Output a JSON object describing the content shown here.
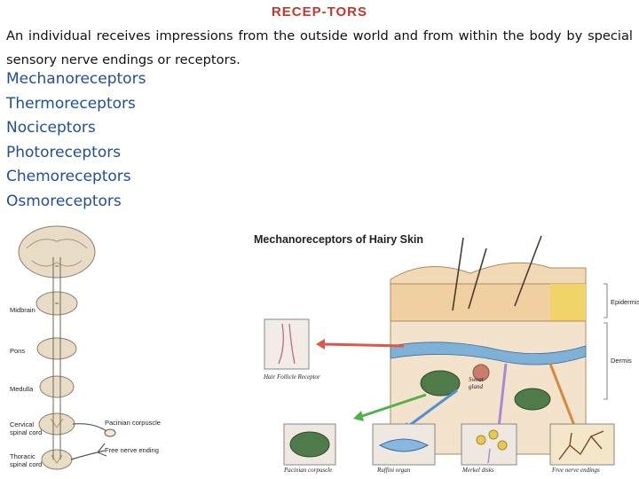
{
  "slide": {
    "title": "RECEP-TORS",
    "intro": "An individual receives impressions from the outside world and from within the body by special sensory nerve endings or receptors.",
    "receptors": [
      "Mechanoreceptors",
      "Thermoreceptors",
      "Nociceptors",
      "Photoreceptors",
      "Chemoreceptors",
      "Osmoreceptors"
    ]
  },
  "spinal_figure": {
    "labels": {
      "midbrain": "Midbrain",
      "pons": "Pons",
      "medulla": "Medulla",
      "cervical_1": "Cervical",
      "cervical_2": "spinal cord",
      "thoracic_1": "Thoracic",
      "thoracic_2": "spinal cord",
      "pacinian": "Pacinian corpuscle",
      "free_nerve": "Free nerve ending"
    }
  },
  "skin_figure": {
    "title": "Mechanoreceptors of Hairy Skin",
    "labels": {
      "epidermis": "Epidermis",
      "dermis": "Dermis",
      "hair_follicle": "Hair Follicle Receptor",
      "sweat_1": "Sweat",
      "sweat_2": "gland",
      "pacinian": "Pacinian corpuscle",
      "ruffini": "Ruffini organ",
      "merkel": "Merkel disks",
      "free_nerve": "Free nerve endings"
    }
  },
  "colors": {
    "title": "#c0392b",
    "receptor_list": "#1f4e9c"
  }
}
